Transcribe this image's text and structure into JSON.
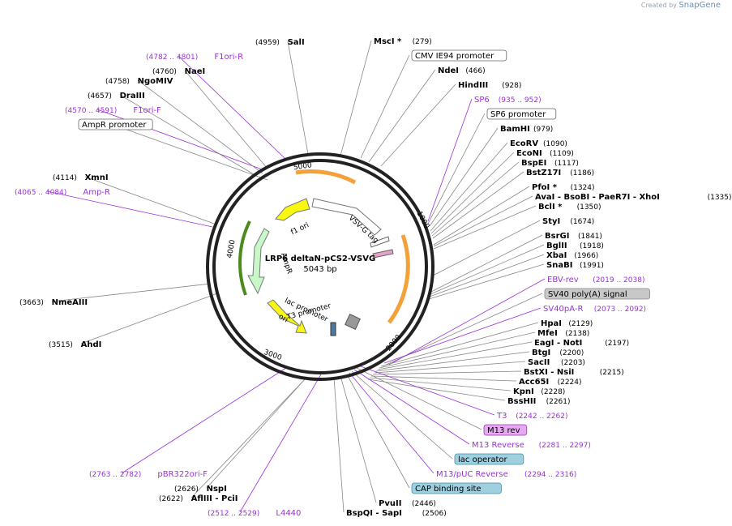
{
  "credit": {
    "prefix": "Created by",
    "brand": "SnapGene"
  },
  "plasmid": {
    "name": "LRP6 deltaN-pCS2-VSVG",
    "size": "5043 bp"
  },
  "ring_ticks": [
    "1000",
    "2000",
    "3000",
    "4000",
    "5000"
  ],
  "features": [
    "f1 ori",
    "VSV-G tag",
    "AmpR",
    "T3 promoter",
    "lac promoter",
    "ori"
  ],
  "colors": {
    "enzyme": "#000000",
    "primer": "#9b30d9",
    "leader": "#888888",
    "ori": "#f7f711",
    "ampr": "#c8f7c8",
    "orf": "#f3a23b",
    "vsvg": "#ffffff",
    "t3": "#ffffff",
    "protein_tag": "#e7a0c8"
  },
  "labels": [
    {
      "kind": "enzyme",
      "pos": "(4959)",
      "name": "SalI"
    },
    {
      "kind": "enzyme",
      "name": "MscI *",
      "pos": "(279)"
    },
    {
      "kind": "box",
      "name": "CMV IE94 promoter"
    },
    {
      "kind": "enzyme",
      "name": "NdeI",
      "pos": "(466)"
    },
    {
      "kind": "enzyme",
      "name": "HindIII",
      "pos": "(928)"
    },
    {
      "kind": "primer",
      "name": "SP6",
      "pos": "(935 .. 952)"
    },
    {
      "kind": "box",
      "name": "SP6 promoter"
    },
    {
      "kind": "enzyme",
      "name": "BamHI",
      "pos": "(979)"
    },
    {
      "kind": "enzyme",
      "name": "EcoRV",
      "pos": "(1090)"
    },
    {
      "kind": "enzyme",
      "name": "EcoNI",
      "pos": "(1109)"
    },
    {
      "kind": "enzyme",
      "name": "BspEI",
      "pos": "(1117)"
    },
    {
      "kind": "enzyme",
      "name": "BstZ17I",
      "pos": "(1186)"
    },
    {
      "kind": "enzyme",
      "name": "PfoI *",
      "pos": "(1324)"
    },
    {
      "kind": "enzyme",
      "name": "AvaI  - BsoBI  - PaeR7I  - XhoI",
      "pos": "(1335)"
    },
    {
      "kind": "enzyme",
      "name": "BclI *",
      "pos": "(1350)"
    },
    {
      "kind": "enzyme",
      "name": "StyI",
      "pos": "(1674)"
    },
    {
      "kind": "enzyme",
      "name": "BsrGI",
      "pos": "(1841)"
    },
    {
      "kind": "enzyme",
      "name": "BglII",
      "pos": "(1918)"
    },
    {
      "kind": "enzyme",
      "name": "XbaI",
      "pos": "(1966)"
    },
    {
      "kind": "enzyme",
      "name": "SnaBI",
      "pos": "(1991)"
    },
    {
      "kind": "primer",
      "name": "EBV-rev",
      "pos": "(2019 .. 2038)"
    },
    {
      "kind": "boxgray",
      "name": "SV40 poly(A) signal"
    },
    {
      "kind": "primer",
      "name": "SV40pA-R",
      "pos": "(2073 .. 2092)"
    },
    {
      "kind": "enzyme",
      "name": "HpaI",
      "pos": "(2129)"
    },
    {
      "kind": "enzyme",
      "name": "MfeI",
      "pos": "(2138)"
    },
    {
      "kind": "enzyme",
      "name": "EagI  - NotI",
      "pos": "(2197)"
    },
    {
      "kind": "enzyme",
      "name": "BtgI",
      "pos": "(2200)"
    },
    {
      "kind": "enzyme",
      "name": "SacII",
      "pos": "(2203)"
    },
    {
      "kind": "enzyme",
      "name": "BstXI  - NsiI",
      "pos": "(2215)"
    },
    {
      "kind": "enzyme",
      "name": "Acc65I",
      "pos": "(2224)"
    },
    {
      "kind": "enzyme",
      "name": "KpnI",
      "pos": "(2228)"
    },
    {
      "kind": "enzyme",
      "name": "BssHII",
      "pos": "(2261)"
    },
    {
      "kind": "primer",
      "name": "T3",
      "pos": "(2242 .. 2262)"
    },
    {
      "kind": "boxpurple",
      "name": "M13 rev"
    },
    {
      "kind": "primer",
      "name": "M13 Reverse",
      "pos": "(2281 .. 2297)"
    },
    {
      "kind": "boxteal",
      "name": "lac operator"
    },
    {
      "kind": "primer",
      "name": "M13/pUC Reverse",
      "pos": "(2294 .. 2316)"
    },
    {
      "kind": "boxteal",
      "name": "CAP binding site"
    },
    {
      "kind": "enzyme",
      "name": "PvuII",
      "pos": "(2446)"
    },
    {
      "kind": "enzyme",
      "name": "BspQI  - SapI",
      "pos": "(2506)"
    },
    {
      "kind": "primer",
      "pos": "(2512 .. 2529)",
      "name": "L4440"
    },
    {
      "kind": "enzyme",
      "pos": "(2622)",
      "name": "AflIII  - PciI"
    },
    {
      "kind": "enzyme",
      "pos": "(2626)",
      "name": "NspI"
    },
    {
      "kind": "primer",
      "pos": "(2763 .. 2782)",
      "name": "pBR322ori-F"
    },
    {
      "kind": "enzyme",
      "pos": "(3515)",
      "name": "AhdI"
    },
    {
      "kind": "enzyme",
      "pos": "(3663)",
      "name": "NmeAIII"
    },
    {
      "kind": "primer",
      "pos": "(4065 .. 4084)",
      "name": "Amp-R"
    },
    {
      "kind": "enzyme",
      "pos": "(4114)",
      "name": "XmnI"
    },
    {
      "kind": "box",
      "name": "AmpR promoter"
    },
    {
      "kind": "primer",
      "pos": "(4570 .. 4591)",
      "name": "F1ori-F"
    },
    {
      "kind": "enzyme",
      "pos": "(4657)",
      "name": "DraIII"
    },
    {
      "kind": "enzyme",
      "pos": "(4758)",
      "name": "NgoMIV"
    },
    {
      "kind": "enzyme",
      "pos": "(4760)",
      "name": "NaeI"
    },
    {
      "kind": "primer",
      "pos": "(4782 .. 4801)",
      "name": "F1ori-R"
    }
  ]
}
